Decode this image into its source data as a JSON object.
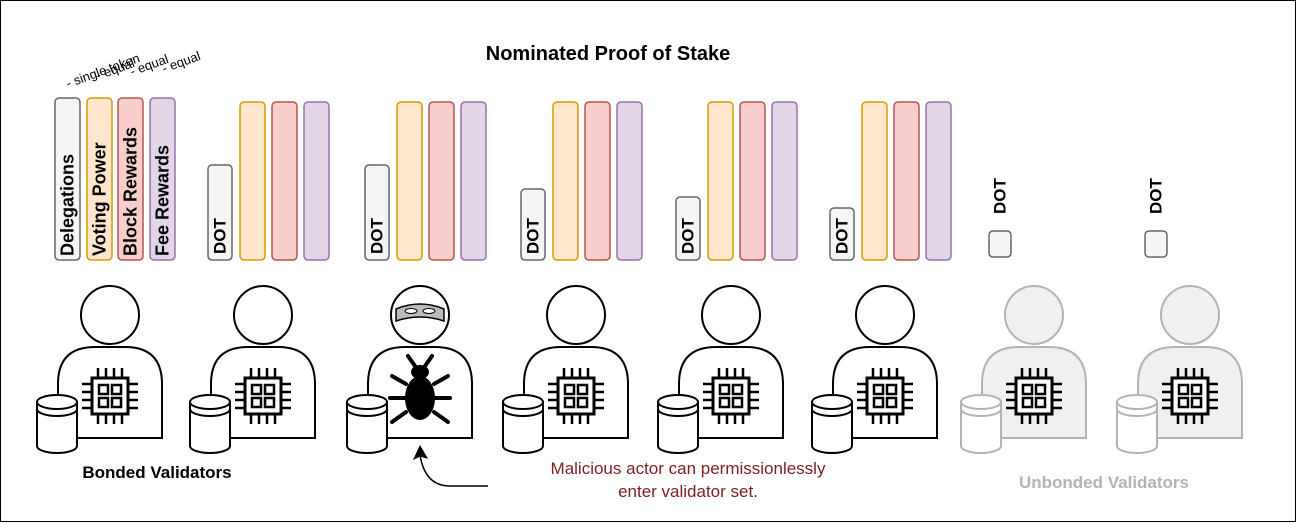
{
  "title": "Nominated Proof of Stake",
  "legend": {
    "bars": [
      {
        "label": "Delegations",
        "note": "- single token",
        "fill": "#f5f5f5",
        "stroke": "#666666"
      },
      {
        "label": "Voting Power",
        "note": "- equal",
        "fill": "#ffe6cc",
        "stroke": "#d79b00"
      },
      {
        "label": "Block Rewards",
        "note": "- equal",
        "fill": "#f8cecc",
        "stroke": "#b85450"
      },
      {
        "label": "Fee Rewards",
        "note": "- equal",
        "fill": "#e1d5e7",
        "stroke": "#9673a6"
      }
    ]
  },
  "token_label": "DOT",
  "validators": [
    {
      "group": "bonded",
      "malicious": false,
      "stake": 0.6
    },
    {
      "group": "bonded",
      "malicious": true,
      "stake": 0.6
    },
    {
      "group": "bonded",
      "malicious": false,
      "stake": 0.45
    },
    {
      "group": "bonded",
      "malicious": false,
      "stake": 0.4
    },
    {
      "group": "bonded",
      "malicious": false,
      "stake": 0.33
    },
    {
      "group": "unbonded",
      "malicious": false,
      "stake": 0.1
    },
    {
      "group": "unbonded",
      "malicious": false,
      "stake": 0.1
    }
  ],
  "labels": {
    "bonded": "Bonded Validators",
    "unbonded": "Unbonded Validators",
    "annotation_line1": "Malicious actor can permissionlessly",
    "annotation_line2": "enter validator set."
  },
  "colors": {
    "annotation": "#7a1f1f",
    "unbonded_label": "#b3b3b3",
    "unbonded_stroke": "#b3b3b3",
    "unbonded_fill": "#f0f0f0"
  }
}
